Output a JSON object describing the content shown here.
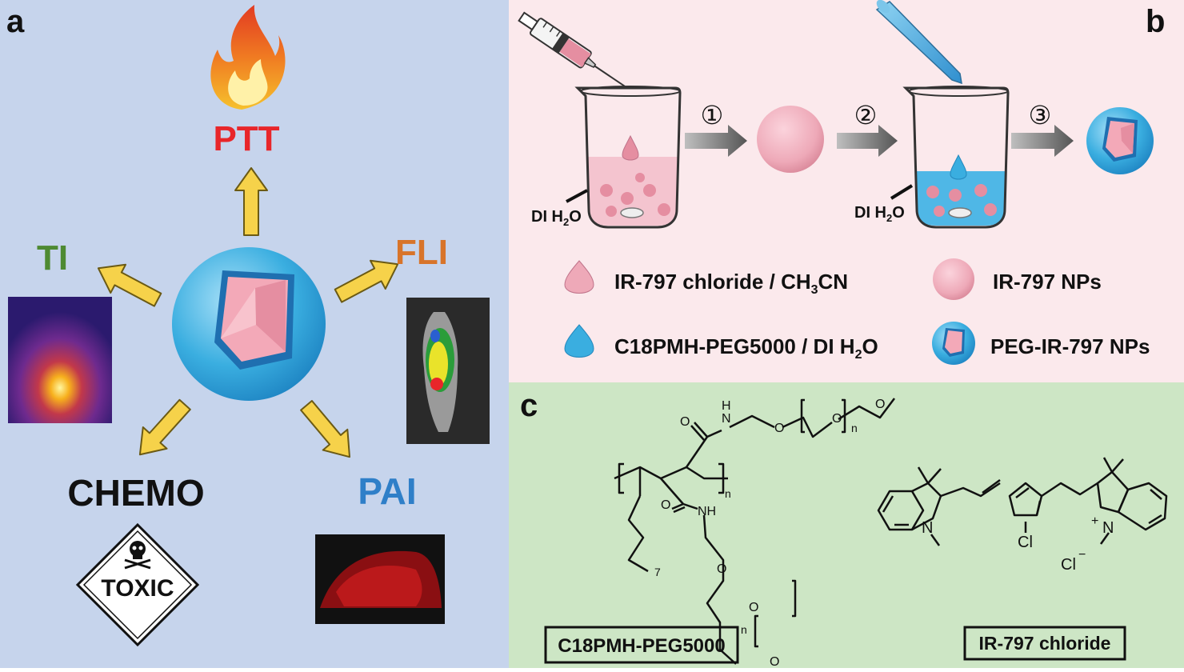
{
  "panels": {
    "a": {
      "letter": "a",
      "labels": {
        "ptt": "PTT",
        "ti": "TI",
        "fli": "FLI",
        "chemo": "CHEMO",
        "pai": "PAI",
        "toxic": "TOXIC"
      },
      "colors": {
        "background": "#c6d4ec",
        "ptt": "#e8262a",
        "ti": "#4e8a32",
        "fli": "#d8742a",
        "chemo": "#111111",
        "pai": "#2f7fc8",
        "arrow": "#f6d24a"
      }
    },
    "b": {
      "letter": "b",
      "steps": [
        "①",
        "②",
        "③"
      ],
      "di_label": "DI H",
      "di_sub": "2",
      "di_tail": "O",
      "legend": {
        "ir_solution": {
          "pre": "IR-797 chloride / CH",
          "sub": "3",
          "post": "CN"
        },
        "ir_nps": "IR-797 NPs",
        "peg_solution": {
          "pre": "C18PMH-PEG5000 / DI H",
          "sub": "2",
          "post": "O"
        },
        "peg_nps": "PEG-IR-797 NPs"
      },
      "colors": {
        "background": "#fbe9ec",
        "pink": "#eea9b8",
        "blue": "#3aaee0"
      }
    },
    "c": {
      "letter": "c",
      "polymer_box": "C18PMH-PEG5000",
      "dye_box": "IR-797 chloride",
      "atoms": {
        "n": "N",
        "h": "H",
        "o": "O",
        "nh": "NH",
        "cl": "Cl",
        "n_plus": "+",
        "cl_minus": "Cl",
        "minus": "−",
        "sub_n": "n",
        "sub_7": "7"
      },
      "colors": {
        "background": "#cde6c5"
      }
    }
  }
}
